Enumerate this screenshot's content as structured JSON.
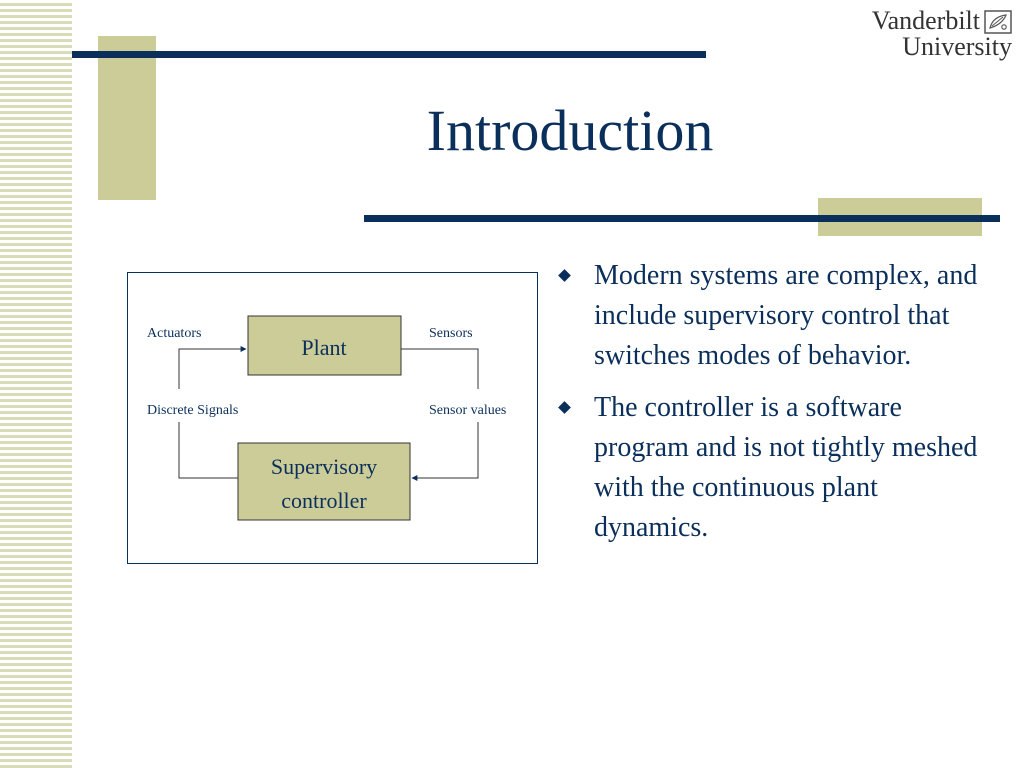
{
  "slide": {
    "title": "Introduction",
    "logo": {
      "line1": "Vanderbilt",
      "line2": "University",
      "icon": "oak-leaf-seal-icon"
    },
    "bullets": [
      "Modern systems are complex, and include supervisory control that switches modes of behavior.",
      "The controller is a software program and is not tightly meshed with the continuous plant dynamics."
    ],
    "bullet_icon": "diamond-bullet-icon"
  },
  "diagram": {
    "plant_label": "Plant",
    "controller_label_line1": "Supervisory",
    "controller_label_line2": "controller",
    "actuators_label": "Actuators",
    "sensors_label": "Sensors",
    "discrete_signals_label": "Discrete Signals",
    "sensor_values_label": "Sensor values"
  },
  "colors": {
    "navy": "#0b2f5b",
    "khaki": "#cccc99",
    "box_fill": "#cccc99",
    "stripe": "#d9dcb8"
  }
}
